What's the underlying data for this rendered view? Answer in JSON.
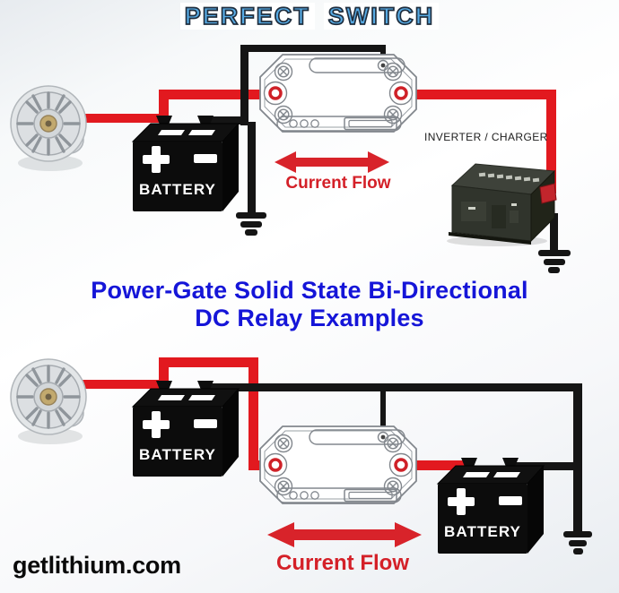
{
  "header": {
    "logo_word1": "PERFECT",
    "logo_word2": "SWITCH"
  },
  "title": {
    "line1": "Power-Gate Solid State Bi-Directional",
    "line2": "DC Relay Examples"
  },
  "top_diagram": {
    "battery_label": "BATTERY",
    "inverter_label": "INVERTER / CHARGER",
    "current_flow": "Current Flow"
  },
  "bottom_diagram": {
    "battery_left_label": "BATTERY",
    "battery_right_label": "BATTERY",
    "current_flow": "Current Flow"
  },
  "footer": {
    "site": "getlithium.com"
  },
  "colors": {
    "wire_red": "#e2191f",
    "wire_black": "#151515",
    "title_blue": "#1515d8",
    "logo_letter_blue": "#57aae3",
    "logo_outline_navy": "#1f2d3d",
    "current_flow_red": "#d42028",
    "battery_black": "#0c0c0c"
  }
}
